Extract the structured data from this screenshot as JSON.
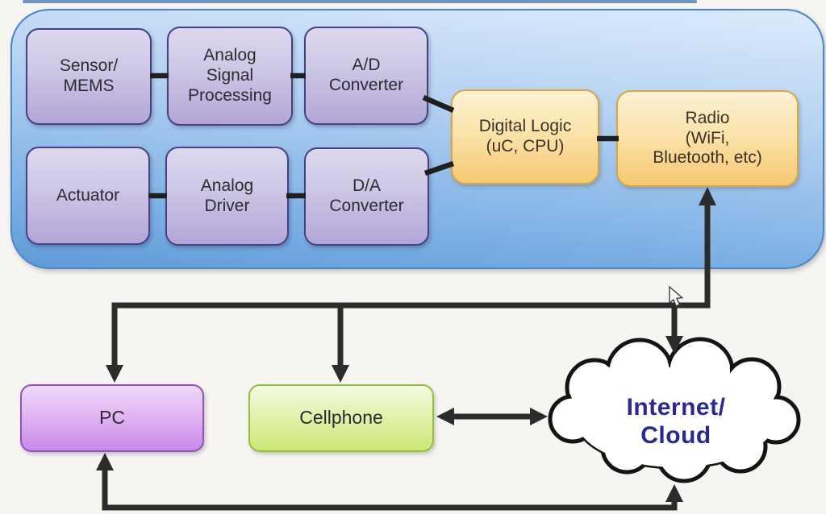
{
  "slide": {
    "description": "Embedded system block diagram connecting a sensor device to PC, cellphone and the internet cloud"
  },
  "colors": {
    "panel_border": "#4a86c6",
    "panel_fill_top": "#dcebfb",
    "panel_fill_bottom": "#5f9bd8",
    "analog_node_border": "#474082",
    "analog_node_fill": "#c3b8de",
    "digital_node_border": "#d6a646",
    "digital_node_fill": "#f8dc9c",
    "pc_node_border": "#8f55b2",
    "pc_node_fill": "#d8a9ef",
    "cellphone_node_border": "#94be3d",
    "cellphone_node_fill": "#dcee9c",
    "cloud_fill": "#ffffff",
    "cloud_outline": "#141414",
    "cloud_text": "#29298f",
    "arrow": "#2c2c2c"
  },
  "embedded_device": {
    "sensor": {
      "label": "Sensor/\nMEMS"
    },
    "analog_signal_processing": {
      "label": "Analog\nSignal\nProcessing"
    },
    "ad_converter": {
      "label": "A/D\nConverter"
    },
    "actuator": {
      "label": "Actuator"
    },
    "analog_driver": {
      "label": "Analog\nDriver"
    },
    "da_converter": {
      "label": "D/A\nConverter"
    },
    "digital_logic": {
      "label": "Digital Logic\n(uC, CPU)"
    },
    "radio": {
      "label": "Radio\n(WiFi,\nBluetooth, etc)"
    }
  },
  "external_nodes": {
    "pc": {
      "label": "PC"
    },
    "cellphone": {
      "label": "Cellphone"
    },
    "cloud": {
      "label": "Internet/\nCloud"
    }
  }
}
